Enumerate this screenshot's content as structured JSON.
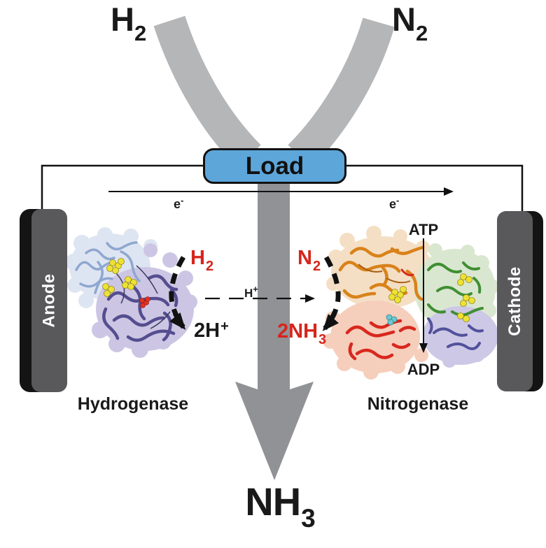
{
  "inputs": {
    "hydrogen": {
      "base": "H",
      "sub": "2"
    },
    "nitrogen": {
      "base": "N",
      "sub": "2"
    }
  },
  "load": {
    "label": "Load"
  },
  "electrodes": {
    "anode": {
      "label": "Anode"
    },
    "cathode": {
      "label": "Cathode"
    }
  },
  "electron_flow": {
    "left": {
      "base": "e",
      "sup": "-"
    },
    "right": {
      "base": "e",
      "sup": "-"
    }
  },
  "proton_transfer": {
    "base": "H",
    "sup": "+"
  },
  "hydrogenase": {
    "name": "Hydrogenase",
    "substrate": {
      "base": "H",
      "sub": "2"
    },
    "product": {
      "base": "2H",
      "sup": "+"
    }
  },
  "nitrogenase": {
    "name": "Nitrogenase",
    "substrate": {
      "base": "N",
      "sub": "2"
    },
    "product": {
      "base": "2NH",
      "sub": "3"
    },
    "energy_in": "ATP",
    "energy_out": "ADP"
  },
  "output": {
    "base": "NH",
    "sub": "3"
  },
  "colors": {
    "substrate_red": "#d6251d",
    "load_blue": "#5da6da",
    "flow_arrow_light": "#b5b6b8",
    "flow_arrow_dark": "#919295",
    "electrode_face": "#59595b",
    "electrode_edge": "#141414"
  }
}
